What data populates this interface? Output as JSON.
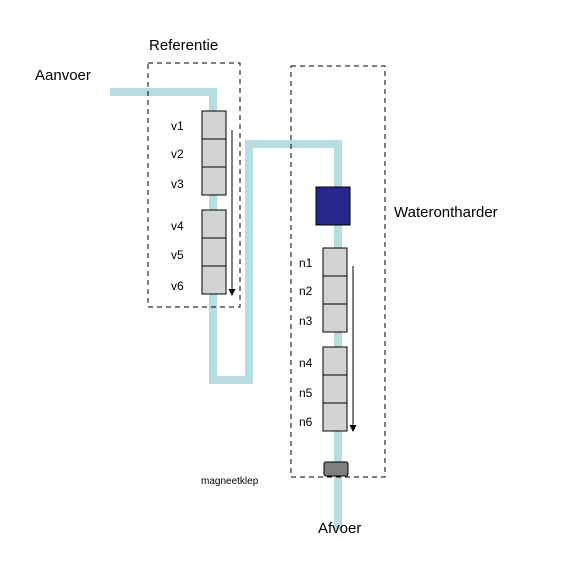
{
  "diagram": {
    "referentie_label": "Referentie",
    "aanvoer_label": "Aanvoer",
    "waterontharder_label": "Waterontharder",
    "magneetklep_label": "magneetklep",
    "afvoer_label": "Afvoer",
    "reference_samples": [
      "v1",
      "v2",
      "v3",
      "v4",
      "v5",
      "v6"
    ],
    "softened_samples": [
      "n1",
      "n2",
      "n3",
      "n4",
      "n5",
      "n6"
    ],
    "colors": {
      "pipe": "#b7dde3",
      "cell_fill": "#d3d3d3",
      "softener": "#26268c",
      "valve": "#7f7f7f"
    }
  }
}
